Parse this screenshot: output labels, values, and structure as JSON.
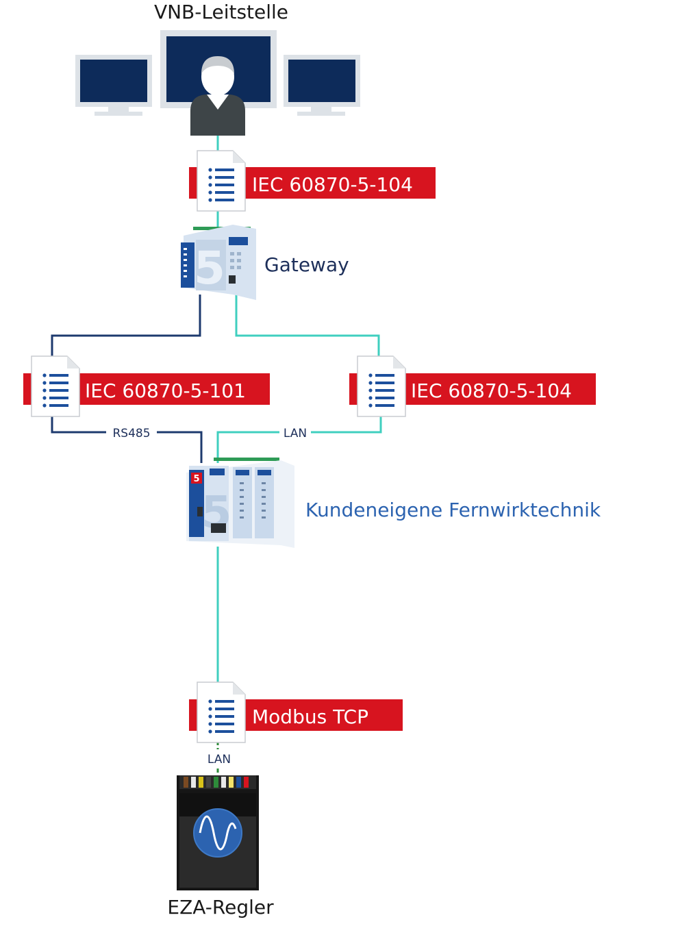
{
  "diagram": {
    "nodes": {
      "control_center": {
        "label": "VNB-Leitstelle"
      },
      "gateway": {
        "label": "Gateway",
        "device_digit": "5"
      },
      "customer_rtu": {
        "label": "Kundeneigene Fernwirktechnik",
        "device_digit": "5"
      },
      "eza_controller": {
        "label": "EZA-Regler"
      }
    },
    "protocols": {
      "top": {
        "label": "IEC 60870-5-104"
      },
      "left": {
        "label": "IEC 60870-5-101"
      },
      "right": {
        "label": "IEC 60870-5-104"
      },
      "bottom": {
        "label": "Modbus TCP"
      }
    },
    "links": {
      "rs485": {
        "label": "RS485"
      },
      "lan_upper": {
        "label": "LAN"
      },
      "lan_lower": {
        "label": "LAN"
      }
    }
  },
  "colors": {
    "protocol_red": "#d7141f",
    "navy": "#0d2b5a",
    "teal": "#3fcfbf",
    "dark_line": "#1d3a6e",
    "label_blue": "#2c63b0",
    "label_dark": "#1d2f5a",
    "person_gray": "#3e4548",
    "device_blue": "#1c4f9c",
    "device_light": "#d7e3f1"
  },
  "icons": {
    "document": "document-list-icon",
    "monitor": "monitor-icon",
    "person": "person-icon",
    "waveform": "sine-wave-icon"
  }
}
